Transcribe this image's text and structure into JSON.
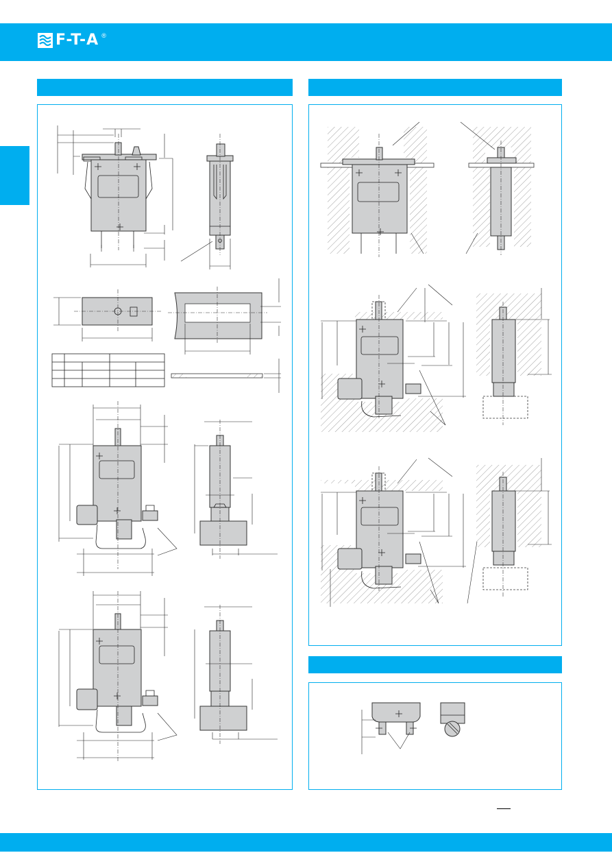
{
  "brand": {
    "logo_text": "F-T-A",
    "logo_mark": "fta-logo-mark",
    "registered": "®"
  },
  "colors": {
    "accent": "#00aeef",
    "part_fill": "#cfd0d1",
    "line": "#222222"
  },
  "sections": [
    {
      "id": "left",
      "title": ""
    },
    {
      "id": "right-top",
      "title": ""
    },
    {
      "id": "right-bottom",
      "title": ""
    }
  ],
  "table": {
    "rows": 4,
    "cols": 5
  },
  "icons": [
    "fta-logo-mark",
    "crosshair-mark",
    "hatched-panel",
    "screw-terminal"
  ]
}
